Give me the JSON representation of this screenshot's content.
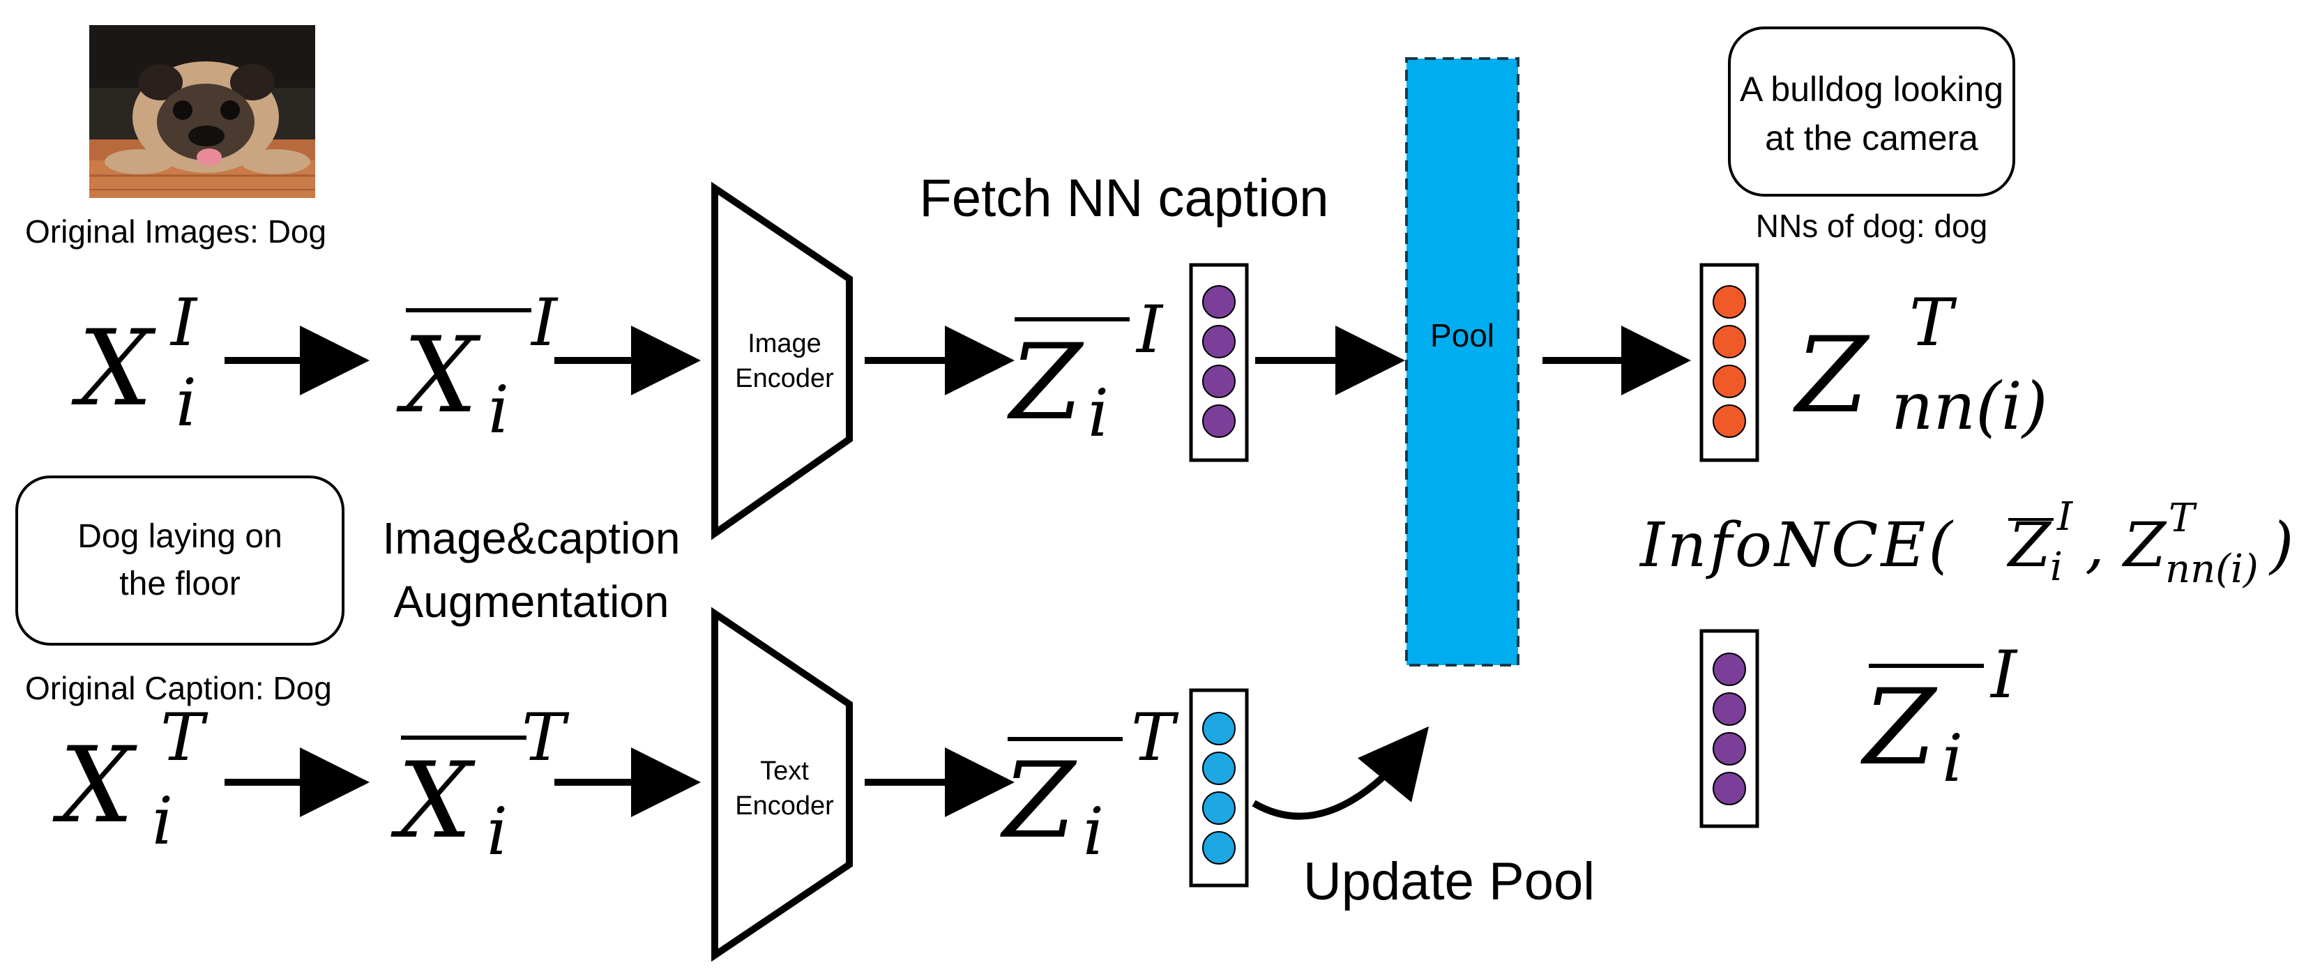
{
  "photo": {
    "icon": "pug-photo",
    "caption": "Original Images: Dog"
  },
  "input_caption": {
    "text_line1": "Dog laying on",
    "text_line2": "the floor",
    "label": "Original Caption: Dog"
  },
  "augmentation": {
    "line1": "Image&caption",
    "line2": "Augmentation"
  },
  "image_branch": {
    "x": {
      "base": "X",
      "sub": "i",
      "sup": "I"
    },
    "xbar": {
      "base": "X",
      "sub": "i",
      "sup": "I"
    },
    "encoder_line1": "Image",
    "encoder_line2": "Encoder",
    "z": {
      "base": "Z",
      "sub": "i",
      "sup": "I"
    },
    "embedding_color": "#7B3F99"
  },
  "text_branch": {
    "x": {
      "base": "X",
      "sub": "i",
      "sup": "T"
    },
    "xbar": {
      "base": "X",
      "sub": "i",
      "sup": "T"
    },
    "encoder_line1": "Text",
    "encoder_line2": "Encoder",
    "z": {
      "base": "Z",
      "sub": "i",
      "sup": "T"
    },
    "embedding_color": "#1EA8E3"
  },
  "fetch_label": "Fetch NN caption",
  "update_label": "Update Pool",
  "pool": {
    "label": "Pool",
    "color": "#00AEEF"
  },
  "nn_caption": {
    "line1": "A bulldog looking",
    "line2": "at the camera",
    "label": "NNs of dog: dog"
  },
  "nn_embedding": {
    "base": "Z",
    "sub": "nn(i)",
    "sup": "T",
    "color": "#F05A28"
  },
  "loss": {
    "fn": "InfoNCE(",
    "z1_base": "Z",
    "z1_sub": "i",
    "z1_sup": "I",
    "comma": ",",
    "z2_base": "Z",
    "z2_sub": "nn(i)",
    "z2_sup": "T",
    "close": ")"
  },
  "anchor": {
    "base": "Z",
    "sub": "i",
    "sup": "I",
    "color": "#7B3F99"
  },
  "colors": {
    "stroke": "#000000",
    "image_dot": "#7B3F99",
    "text_dot": "#1EA8E3",
    "nn_dot": "#F05A28",
    "pool": "#00AEEF"
  }
}
